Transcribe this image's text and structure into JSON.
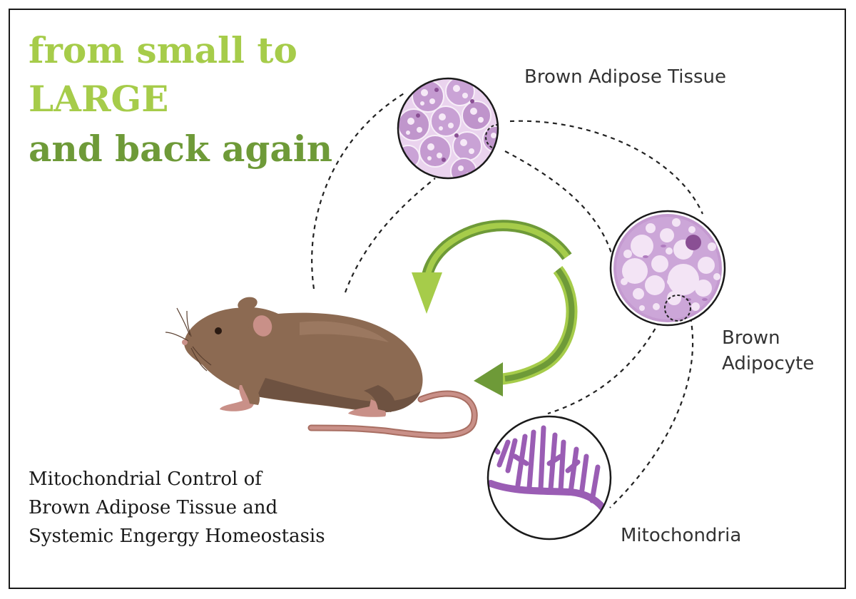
{
  "title": {
    "line1": "from small to",
    "line2": "LARGE",
    "line3": "and back again"
  },
  "subtitle": {
    "line1": "Mitochondrial Control of",
    "line2": "Brown Adipose Tissue and",
    "line3": "Systemic Engergy Homeostasis"
  },
  "labels": {
    "bat": "Brown Adipose Tissue",
    "adipocyte_line1": "Brown",
    "adipocyte_line2": "Adipocyte",
    "mitochondria": "Mitochondria"
  },
  "colors": {
    "light_green": "#a6cc4a",
    "dark_green": "#6e9a38",
    "mouse_body": "#8c6a52",
    "mouse_shadow": "#6e5241",
    "mouse_pink": "#c99088",
    "tissue_purple": "#c49ad0",
    "mito_purple": "#9a5db4"
  },
  "icons": {
    "mouse": "mouse-illustration",
    "cycle": "circular-arrows",
    "tissue": "tissue-micrograph",
    "cell": "adipocyte-micrograph",
    "mito": "mitochondrion-cristae"
  }
}
